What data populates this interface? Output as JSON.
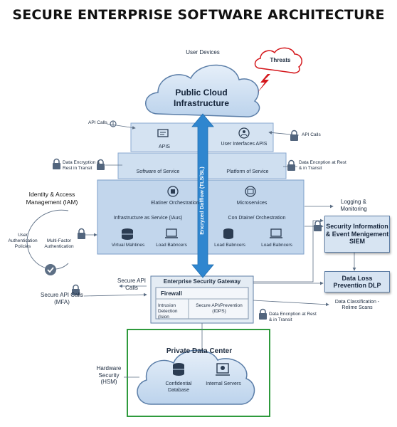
{
  "title": "SECURE ENTERPRISE SOFTWARE ARCHITECTURE",
  "user_devices": "User Devices",
  "threats": "Threats",
  "public_cloud": "Public Cloud Infrastructure",
  "encrypted_flow": "Encryzed Dafflow (TLS/SL)",
  "layers": {
    "apis_left": "APIS",
    "apis_right": "User Interfaces APIS",
    "software_service": "Software of Service",
    "platform_service": "Platform of Service",
    "container_orch": "Elatiner Orchestration",
    "microservices": "Microservices",
    "iaas": "Infrastructure as Service (IAus)",
    "con_orch": "Con Dtaine/ Orchestration",
    "vm": "Virtual Mahtines",
    "lb1": "Load Babncers",
    "lb2": "Load Babncers",
    "lb3": "Load Babncers"
  },
  "labels": {
    "api_calls_left": "API Calls",
    "api_calls_right": "API Calls",
    "enc_left": "Data Encryption & Rest in Transit",
    "enc_right": "Data Encnption at Rest & in Transit",
    "enc_bottom": "Data Encnption at Rest & in Transit",
    "iam": "Identity & Access Management (IAM)",
    "user_auth": "User Authentication Policies",
    "mfa": "Multi-Factor Authentication",
    "logging": "Logging & Monitoring",
    "siem": "Security Information & Event Menigement SIEM",
    "dlp": "Data Loss Prevention DLP",
    "data_class": "Data Classification -Relime Scans",
    "secure_api_calls": "Secure API Calls",
    "secure_api_mfa": "Secure API Calls (MFA)",
    "hsm": "Hardware Security (HSM)"
  },
  "gateway": {
    "title": "Enterprise Security Gateway",
    "firewall": "Firewall",
    "intrusion": "Intrusion Detection (Ision",
    "secure_api": "Secure API/Prevention (IDPS)"
  },
  "private": {
    "title": "Private Data Center",
    "db": "Confidential Database",
    "servers": "Internal Servers"
  },
  "colors": {
    "arrow": "#2f86cf",
    "cloud": "#c9dcf0",
    "threat": "#d4161b",
    "private_border": "#2e9a3c"
  }
}
